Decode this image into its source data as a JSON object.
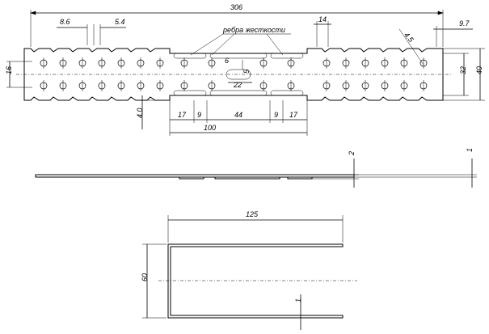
{
  "top_view": {
    "dims": {
      "overall_length": "306",
      "hole_pitch_a": "8.6",
      "hole_pitch_b": "5.4",
      "rib_width": "14",
      "end_offset": "9.7",
      "hole_dia": "4.5",
      "slot_width": "6",
      "slot_offset": "5",
      "slot_len": "22",
      "row_spacing": "16",
      "plate_width_inner": "32",
      "plate_width": "40",
      "edge_offset": "4.0",
      "seg_1": "17",
      "seg_2": "9",
      "seg_3": "44",
      "seg_4": "9",
      "seg_5": "17",
      "rib_total": "100"
    },
    "rib_note": "ребра жесткости"
  },
  "side_view": {
    "dims": {
      "rib_height": "2",
      "thickness": "1"
    }
  },
  "bent_view": {
    "dims": {
      "leg_length": "125",
      "height": "60",
      "thickness": "1"
    }
  }
}
